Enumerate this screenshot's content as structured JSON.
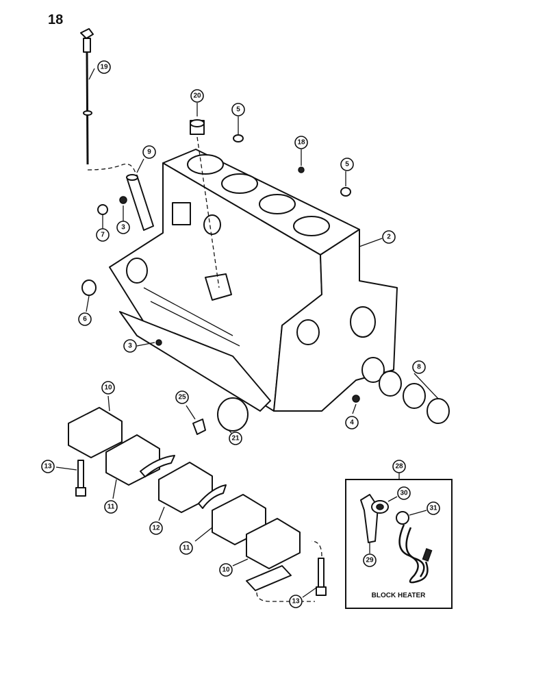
{
  "page_number": "18",
  "inset": {
    "label": "BLOCK HEATER"
  },
  "callouts": [
    {
      "id": "c19",
      "text": "19"
    },
    {
      "id": "c20",
      "text": "20"
    },
    {
      "id": "c5a",
      "text": "5"
    },
    {
      "id": "c18",
      "text": "18"
    },
    {
      "id": "c5b",
      "text": "5"
    },
    {
      "id": "c9",
      "text": "9"
    },
    {
      "id": "c3a",
      "text": "3"
    },
    {
      "id": "c7",
      "text": "7"
    },
    {
      "id": "c2",
      "text": "2"
    },
    {
      "id": "c6",
      "text": "6"
    },
    {
      "id": "c3b",
      "text": "3"
    },
    {
      "id": "c8",
      "text": "8"
    },
    {
      "id": "c10a",
      "text": "10"
    },
    {
      "id": "c25",
      "text": "25"
    },
    {
      "id": "c21",
      "text": "21"
    },
    {
      "id": "c4",
      "text": "4"
    },
    {
      "id": "c13a",
      "text": "13"
    },
    {
      "id": "c11a",
      "text": "11"
    },
    {
      "id": "c12",
      "text": "12"
    },
    {
      "id": "c11b",
      "text": "11"
    },
    {
      "id": "c10b",
      "text": "10"
    },
    {
      "id": "c13b",
      "text": "13"
    },
    {
      "id": "c28",
      "text": "28"
    },
    {
      "id": "c30",
      "text": "30"
    },
    {
      "id": "c31",
      "text": "31"
    },
    {
      "id": "c29",
      "text": "29"
    }
  ]
}
